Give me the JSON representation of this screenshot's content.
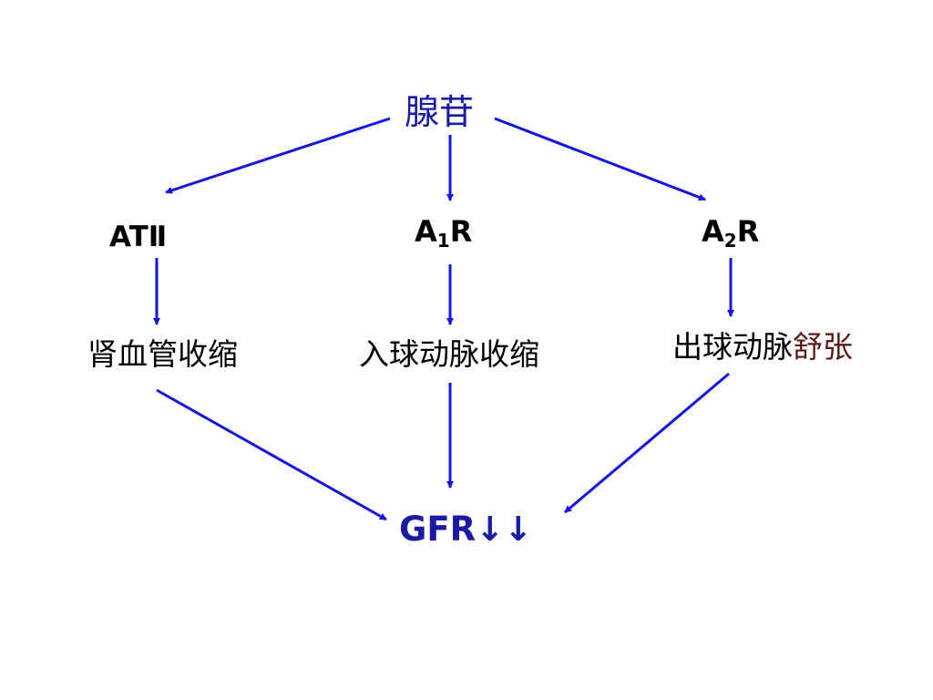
{
  "colors": {
    "arrow": "#1414e0",
    "title": "#1a1aa6",
    "result": "#1a1aa6",
    "text": "#000000",
    "highlight": "#5a1a1a"
  },
  "nodes": {
    "top": "腺苷",
    "receptor_at2": "ATⅡ",
    "receptor_a1_main": "A",
    "receptor_a1_sub": "1",
    "receptor_a1_suffix": "R",
    "receptor_a2_main": "A",
    "receptor_a2_sub": "2",
    "receptor_a2_suffix": "R",
    "effect_left": "肾血管收缩",
    "effect_center": "入球动脉收缩",
    "effect_right_prefix": "出球动脉",
    "effect_right_suffix": "舒张",
    "result": "GFR↓↓"
  }
}
